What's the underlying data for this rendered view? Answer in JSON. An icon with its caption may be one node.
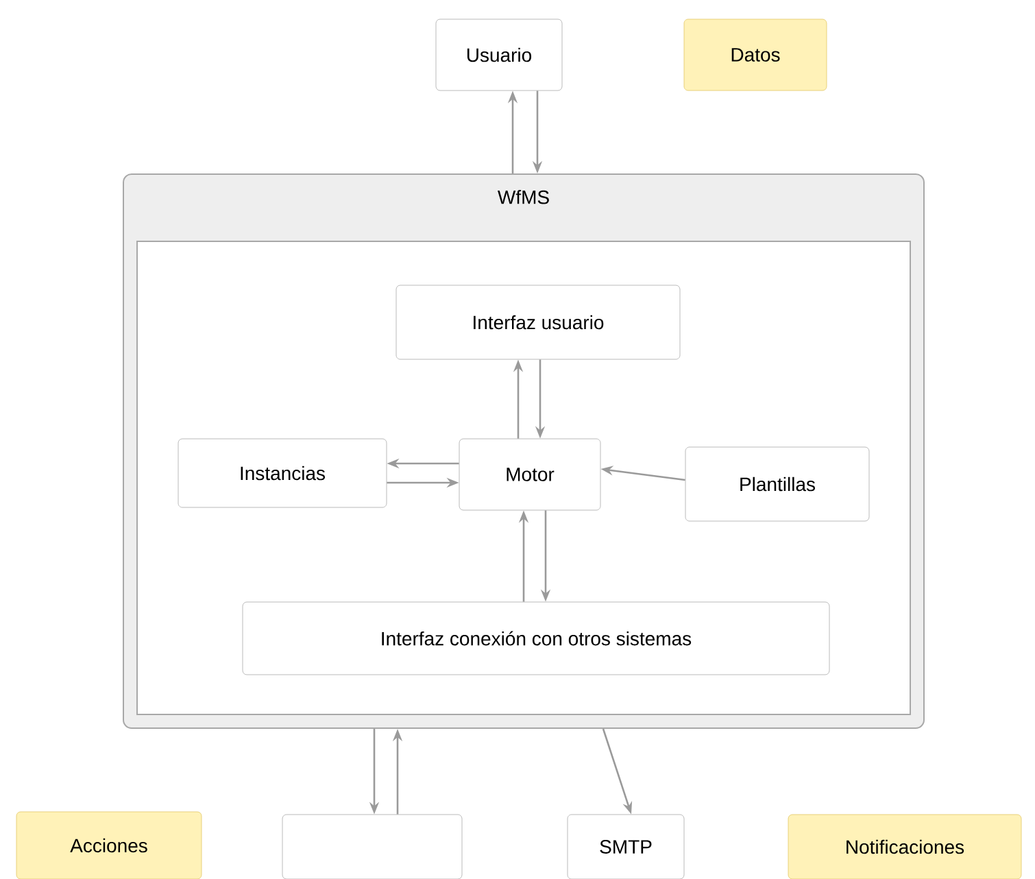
{
  "diagram": {
    "nodes": [
      {
        "text": [
          "Usuario"
        ]
      },
      {
        "text": [
          "Datos"
        ]
      },
      {
        "text": [
          "WfMS"
        ]
      },
      {
        "text": [],
        "shape": "box",
        "in": 2
      },
      {
        "text": [
          "Interfaz usuario"
        ],
        "in": 3
      },
      {
        "text": [
          "Instancias"
        ],
        "in": 3
      },
      {
        "text": [
          "Motor"
        ],
        "in": 3
      },
      {
        "text": [
          "Plantillas"
        ],
        "in": 3
      },
      {
        "text": [
          "Interfaz conexión con otros sistemas"
        ],
        "in": 3
      },
      {
        "text": [
          "Acciones"
        ]
      },
      {
        "text": [],
        "shape": "box"
      },
      {
        "text": [
          "SMTP"
        ]
      },
      {
        "text": [
          "Notificaciones"
        ]
      }
    ],
    "edges": [
      {
        "from": 0,
        "to": 2,
        "arrow": "to"
      },
      {
        "from": 2,
        "to": 0,
        "arrow": "to"
      },
      {
        "from": 6,
        "to": 4,
        "arrow": "to"
      },
      {
        "from": 4,
        "to": 6,
        "arrow": "to"
      },
      {
        "from": 6,
        "to": 5,
        "arrow": "to"
      },
      {
        "from": 5,
        "to": 6,
        "arrow": "to"
      },
      {
        "from": 7,
        "to": 6,
        "arrow": "to"
      },
      {
        "from": 6,
        "to": 8,
        "arrow": "to"
      },
      {
        "from": 8,
        "to": 6,
        "arrow": "to"
      },
      {
        "from": 2,
        "to": 10,
        "arrow": "to"
      },
      {
        "from": 10,
        "to": 2,
        "arrow": "to"
      },
      {
        "from": 2,
        "to": 11,
        "arrow": "to"
      }
    ]
  }
}
